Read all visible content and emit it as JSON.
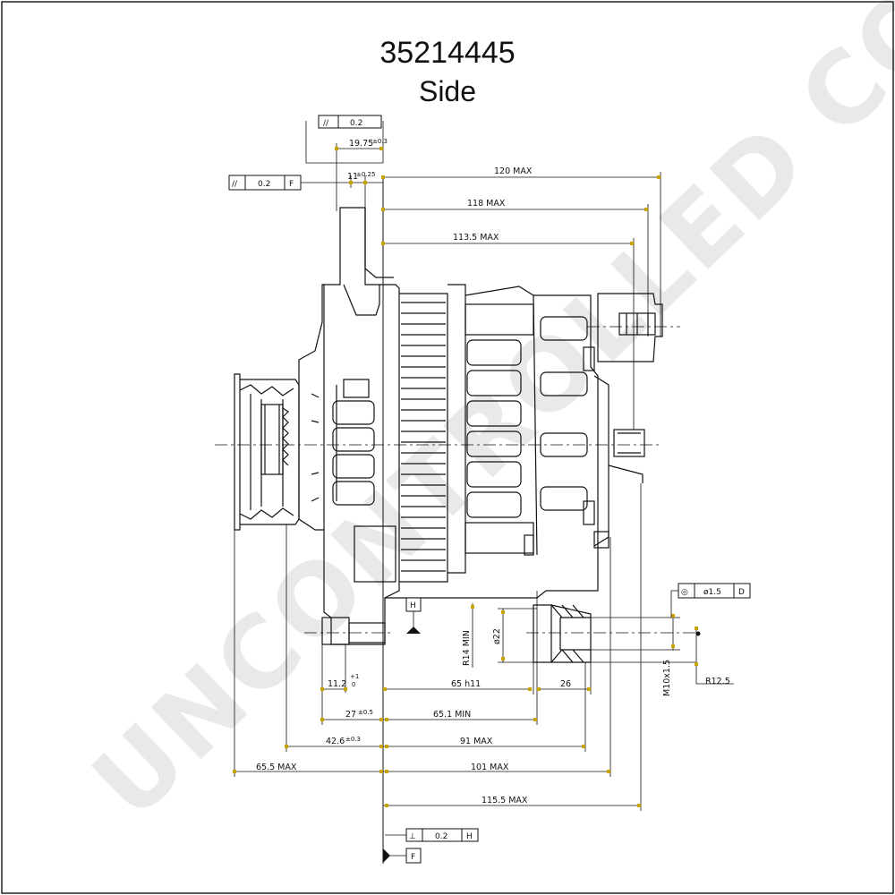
{
  "drawing": {
    "part_number": "35214445",
    "view": "Side",
    "watermark": "UNCONTROLLED COPY"
  },
  "dimensions": {
    "d_19_75": "19.75",
    "d_19_75_tol": "±0.3",
    "d_11": "11",
    "d_11_tol": "±0.25",
    "d_120": "120  MAX",
    "d_118": "118  MAX",
    "d_113_5": "113.5  MAX",
    "r14": "R14  MIN",
    "dia22": "ø22",
    "d_11_2": "11.2",
    "d_11_2_tol_plus": "+1",
    "d_11_2_tol_zero": "0",
    "d_65h11": "65 h11",
    "d_26": "26",
    "m10": "M10x1.5",
    "r12_5": "R12.5",
    "d_27": "27",
    "d_27_tol": "±0.5",
    "d_65_1": "65.1  MIN",
    "d_42_6": "42.6",
    "d_42_6_tol": "±0.3",
    "d_91": "91  MAX",
    "d_65_5": "65.5  MAX",
    "d_101": "101  MAX",
    "d_115_5": "115.5  MAX"
  },
  "tolerance_frames": {
    "top_parallel": {
      "symbol": "//",
      "value": "0.2"
    },
    "left_parallel": {
      "symbol": "//",
      "value": "0.2",
      "datum": "F"
    },
    "position": {
      "symbol": "◎",
      "value": "ø1.5",
      "datum": "D"
    },
    "perpendicular": {
      "symbol": "⊥",
      "value": "0.2",
      "datum": "H"
    }
  },
  "datums": {
    "h": "H",
    "f": "F"
  }
}
